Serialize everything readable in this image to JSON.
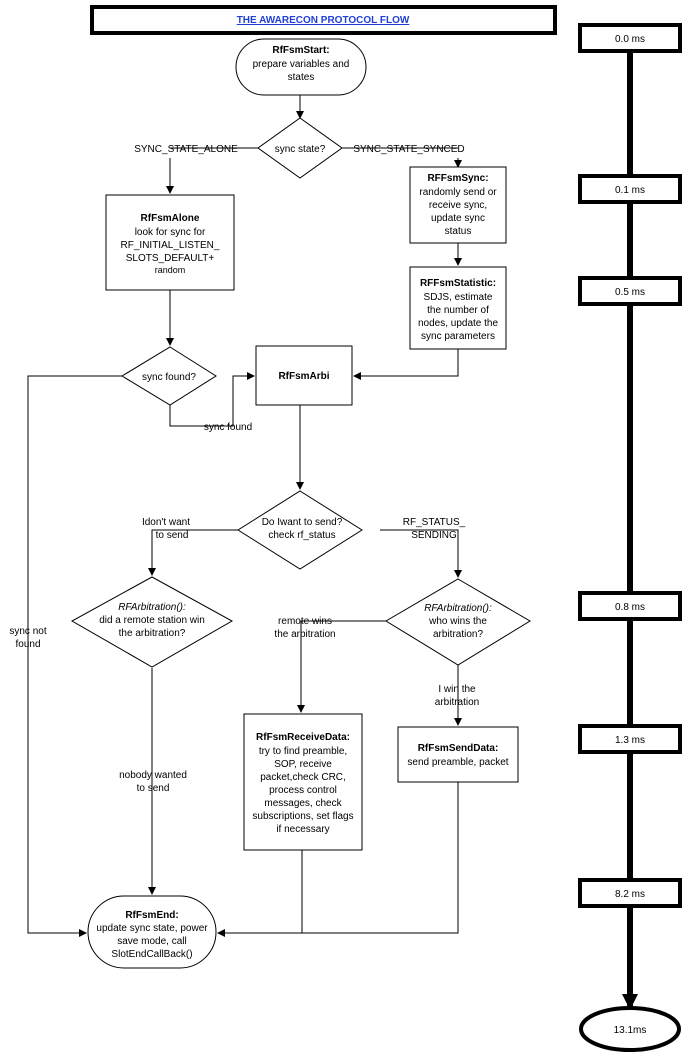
{
  "title": "THE AWARECON PROTOCOL FLOW",
  "nodes": {
    "start": {
      "title": "RfFsmStart:",
      "lines": [
        "prepare variables and",
        "states"
      ]
    },
    "sync_state": {
      "lines": [
        "sync state?"
      ]
    },
    "sync": {
      "title": "RFFsmSync:",
      "lines": [
        "randomly send or",
        "receive sync,",
        "update sync",
        "status"
      ]
    },
    "alone": {
      "title": "RfFsmAlone",
      "lines": [
        "look for sync for",
        "RF_INITIAL_LISTEN_",
        "SLOTS_DEFAULT+",
        "random"
      ]
    },
    "statistic": {
      "title": "RFFsmStatistic:",
      "lines": [
        "SDJS, estimate",
        "the number of",
        "nodes, update the",
        "sync parameters"
      ]
    },
    "sync_found": {
      "lines": [
        "sync found?"
      ]
    },
    "arbi": {
      "title": "RfFsmArbi"
    },
    "want_send": {
      "lines": [
        "Do Iwant to send?",
        "check rf_status"
      ]
    },
    "arb_left": {
      "italic": "RFArbitration():",
      "lines": [
        "did a remote station win",
        "the arbitration?"
      ]
    },
    "arb_right": {
      "italic": "RFArbitration():",
      "lines": [
        "who wins the",
        "arbitration?"
      ]
    },
    "receive": {
      "title": "RfFsmReceiveData:",
      "lines": [
        "try to find preamble,",
        "SOP, receive",
        "packet,check CRC,",
        "process control",
        "messages, check",
        "subscriptions, set flags",
        "if necessary"
      ]
    },
    "send": {
      "title": "RfFsmSendData:",
      "lines": [
        "send preamble, packet"
      ]
    },
    "end": {
      "title": "RfFsmEnd:",
      "lines": [
        "update sync state, power",
        "save mode, call",
        "SlotEndCallBack()"
      ]
    }
  },
  "edge_labels": {
    "alone_branch": [
      "SYNC_STATE_ALONE"
    ],
    "synced_branch": [
      "SYNC_STATE_SYNCED"
    ],
    "sync_found": [
      "sync found"
    ],
    "sync_not_found": [
      "sync not",
      "found"
    ],
    "dont_want": [
      "Idon't want",
      "to send"
    ],
    "rf_sending": [
      "RF_STATUS_",
      "SENDING"
    ],
    "remote_wins": [
      "remote wins",
      "the arbitration"
    ],
    "i_win": [
      "I win the",
      "arbitration"
    ],
    "nobody_wanted": [
      "nobody wanted",
      "to send"
    ]
  },
  "timeline": {
    "marks": [
      "0.0 ms",
      "0.1 ms",
      "0.5 ms",
      "0.8 ms",
      "1.3 ms",
      "8.2 ms"
    ],
    "end": "13.1ms"
  }
}
